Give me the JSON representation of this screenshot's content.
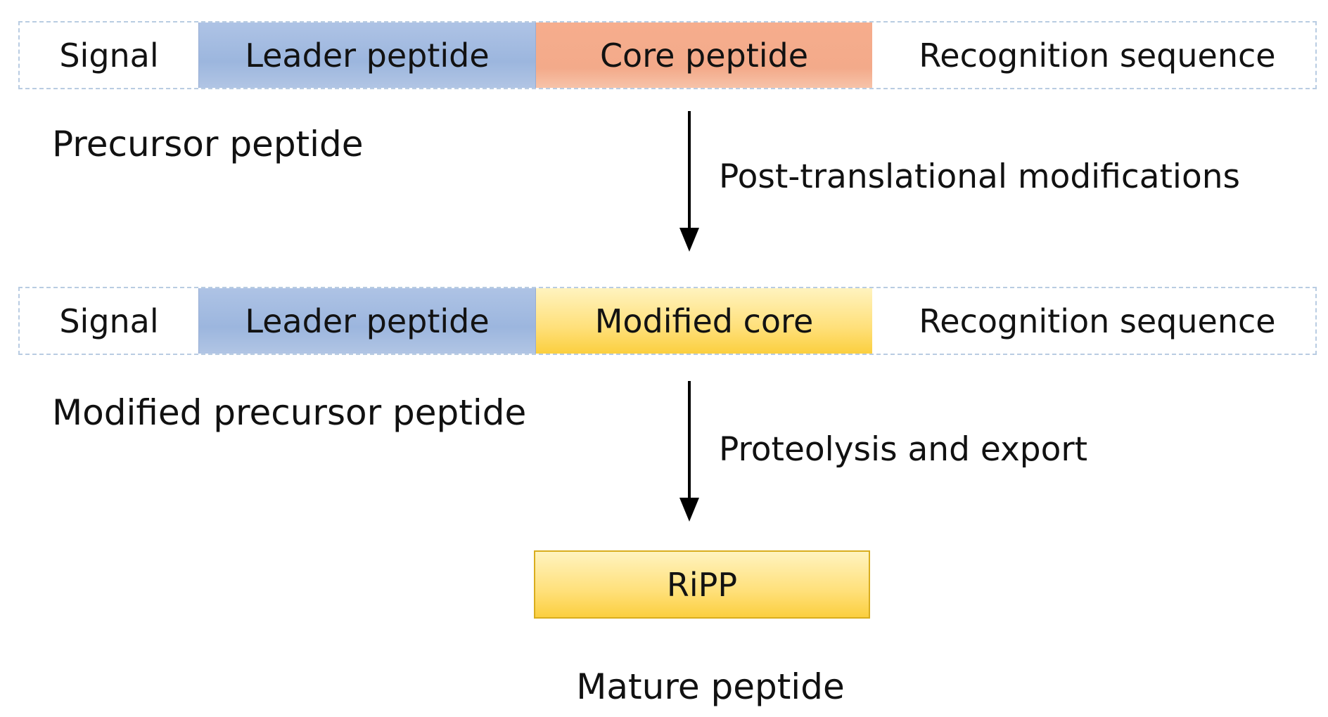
{
  "precursor_row": {
    "signal": "Signal",
    "leader": "Leader peptide",
    "core": "Core peptide",
    "recognition": "Recognition sequence"
  },
  "precursor_label": "Precursor peptide",
  "step1_label": "Post-translational modifications",
  "modified_row": {
    "signal": "Signal",
    "leader": "Leader peptide",
    "core": "Modified core",
    "recognition": "Recognition sequence"
  },
  "modified_label": "Modified precursor peptide",
  "step2_label": "Proteolysis and export",
  "product_box": "RiPP",
  "product_label": "Mature peptide",
  "colors": {
    "leader_blue": "#9cb6de",
    "core_orange": "#f3aa8a",
    "modified_yellow": "#ffe07a",
    "dashed_border": "#b9cce2"
  },
  "icons": {
    "arrows": "arrow-down"
  }
}
